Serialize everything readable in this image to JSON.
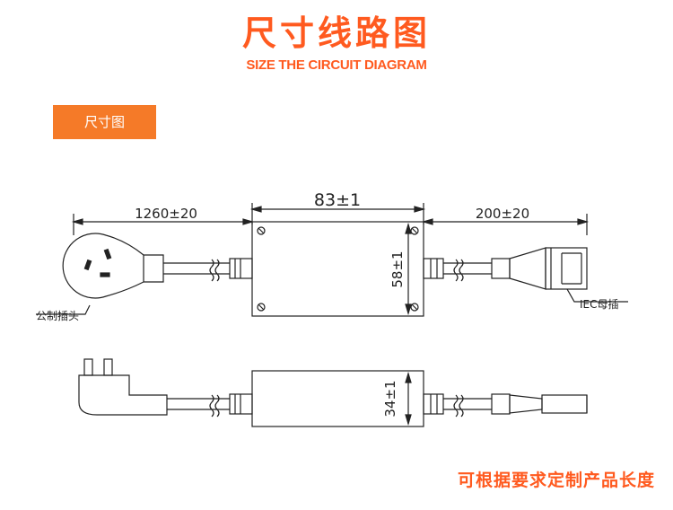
{
  "header": {
    "title_cn": "尺寸线路图",
    "title_en": "SIZE THE CIRCUIT DIAGRAM"
  },
  "section_badge": "尺寸图",
  "diagram": {
    "dim_cable_left": "1260±20",
    "dim_box_width": "83±1",
    "dim_cable_right": "200±20",
    "dim_box_height": "58±1",
    "dim_box_thickness": "34±1",
    "label_plug": "公制插头",
    "label_socket": "IEC母插"
  },
  "footer_note": "可根据要求定制产品长度",
  "colors": {
    "accent": "#ff5a1f",
    "badge": "#f57a28",
    "line": "#222222"
  }
}
